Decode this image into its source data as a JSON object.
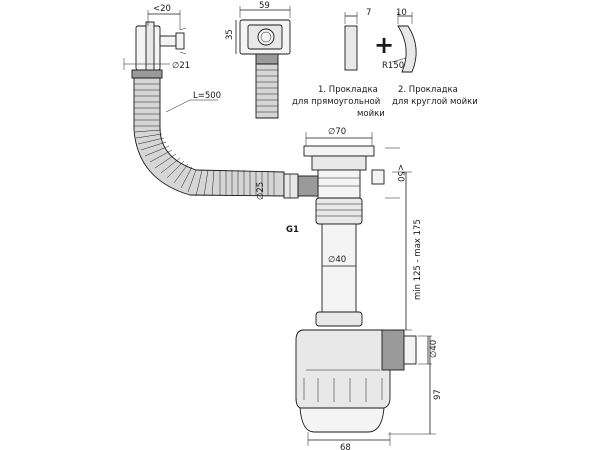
{
  "dimensions": {
    "overflow_offset": "<20",
    "overflow_width": "59",
    "overflow_height": "35",
    "gasket_rect_thickness": "7",
    "gasket_round_thickness": "10",
    "gasket_round_radius": "R150",
    "hose_diameter": "∅21",
    "hose_length": "L=500",
    "strainer_diameter": "∅70",
    "strainer_height": "<50",
    "outlet_diameter": "∅25",
    "thread": "G1",
    "pipe_diameter": "∅40",
    "adjust_range": "min 125 - max 175",
    "side_outlet_diameter": "∅40",
    "trap_height": "97",
    "trap_width": "68"
  },
  "labels": {
    "gasket1_line1": "1. Прокладка",
    "gasket1_line2": "для прямоугольной",
    "gasket1_line3": "мойки",
    "gasket2_line1": "2. Прокладка",
    "gasket2_line2": "для круглой мойки",
    "plus": "+"
  }
}
